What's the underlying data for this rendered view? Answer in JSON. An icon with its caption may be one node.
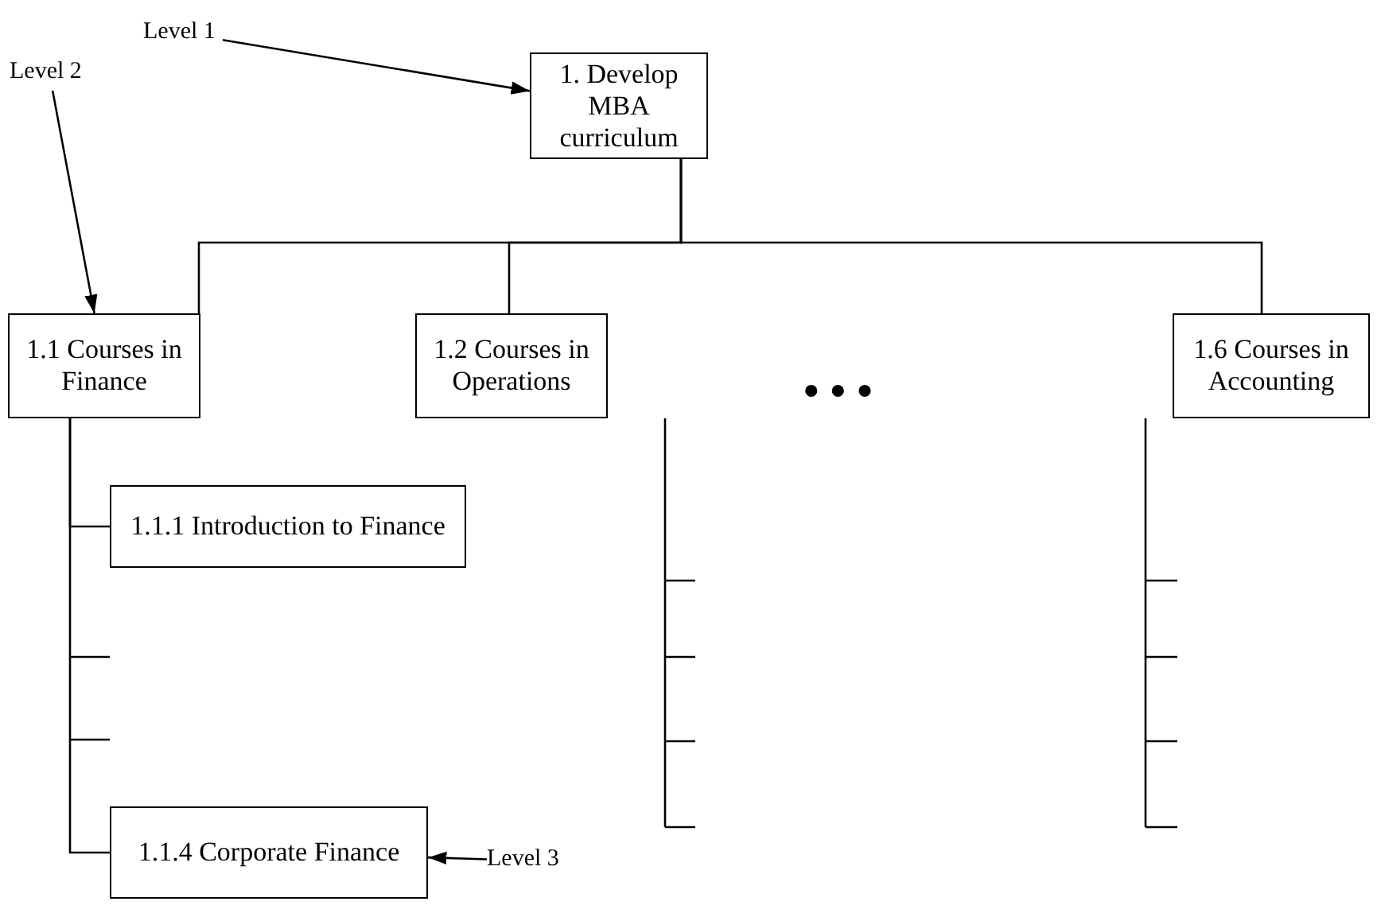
{
  "diagram": {
    "nodes": [
      {
        "text": [
          "1. Develop MBA curriculum"
        ]
      },
      {
        "text": [
          "1.1 Courses in Finance"
        ]
      },
      {
        "text": [
          "1.2 Courses in Operations"
        ]
      },
      {
        "text": [
          "1.6 Courses in Accounting"
        ]
      },
      {
        "text": [
          "1.1.1 Introduction to Finance"
        ]
      },
      {
        "text": [
          "1.1.4 Corporate Finance"
        ]
      },
      {
        "text": [
          "Level 1"
        ]
      },
      {
        "text": [
          "Level 2"
        ]
      },
      {
        "text": [
          "Level 3"
        ]
      }
    ],
    "edges": [
      {
        "from": 0,
        "to": 1,
        "arrow": "none"
      },
      {
        "from": 0,
        "to": 2,
        "arrow": "none"
      },
      {
        "from": 0,
        "to": 3,
        "arrow": "none"
      },
      {
        "from": 1,
        "to": 4,
        "arrow": "none"
      },
      {
        "from": 1,
        "to": 5,
        "arrow": "none"
      },
      {
        "from": 6,
        "to": 0,
        "arrow": "to"
      },
      {
        "from": 7,
        "to": 1,
        "arrow": "to"
      },
      {
        "from": 8,
        "to": 5,
        "arrow": "to"
      }
    ],
    "labels": [
      "• • •"
    ]
  }
}
